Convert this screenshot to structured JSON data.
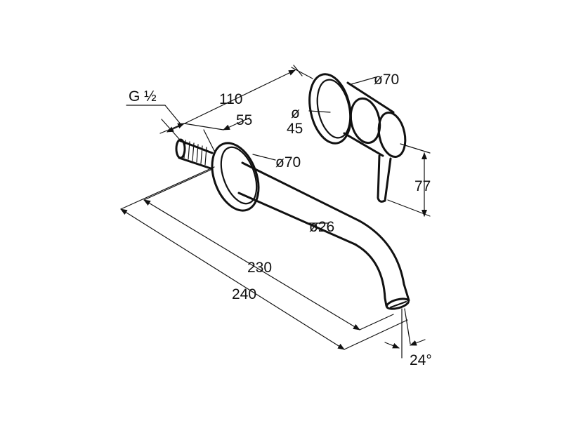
{
  "drawing": {
    "dimensions": {
      "thread": "G ½",
      "wall_depth": "110",
      "offset": "55",
      "flange_diameter_spout": "ø70",
      "flange_diameter_handle": "ø70",
      "body_diameter_label_top": "ø",
      "body_diameter_label_bottom": "45",
      "spout_diameter": "ø26",
      "projection_short": "230",
      "projection_long": "240",
      "lever_height": "77",
      "angle": "24°"
    },
    "colors": {
      "line": "#111111",
      "background": "#ffffff"
    }
  }
}
